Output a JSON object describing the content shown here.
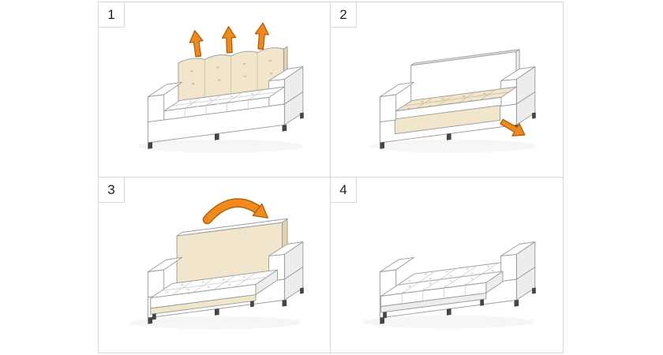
{
  "colors": {
    "page_bg": "#ffffff",
    "grid_border": "#d8d8d8",
    "text": "#1d1d1d",
    "outline": "#9b9b9b",
    "white_top": "#ffffff",
    "white_side": "#ededed",
    "cream_top": "#f1e6cc",
    "cream_side": "#e3d2ae",
    "leg": "#454545",
    "arrow_fill": "#f0891e",
    "arrow_stroke": "#b15f05"
  },
  "steps": [
    {
      "number": "1",
      "graphic": "sofa-lift-back-cushions",
      "arrow_icons": "three-up-arrows"
    },
    {
      "number": "2",
      "graphic": "sofa-pull-out-base",
      "arrow_icons": "down-right-arrow"
    },
    {
      "number": "3",
      "graphic": "sofa-fold-backrest-forward",
      "arrow_icons": "curved-fold-arrow"
    },
    {
      "number": "4",
      "graphic": "sofa-bed-flat",
      "arrow_icons": "none"
    }
  ]
}
